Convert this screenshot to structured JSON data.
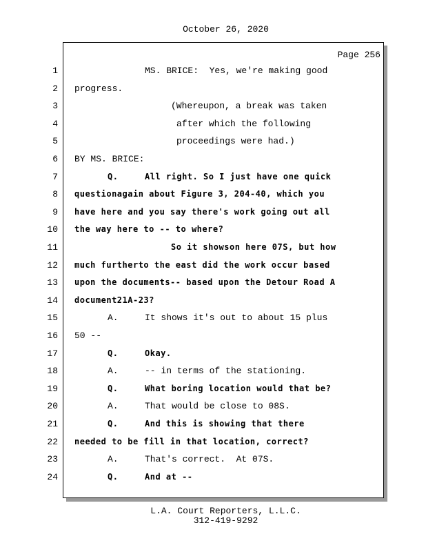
{
  "header": {
    "date": "October 26, 2020"
  },
  "page_label": "Page 256",
  "lines": [
    {
      "num": "1",
      "text": "MS. BRICE:  Yes, we're making good",
      "indent": "speaker"
    },
    {
      "num": "2",
      "text": "progress.",
      "indent": "plain"
    },
    {
      "num": "3",
      "text": "(Whereupon, a break was taken",
      "indent": "paren1"
    },
    {
      "num": "4",
      "text": "after which the following",
      "indent": "paren2"
    },
    {
      "num": "5",
      "text": "proceedings were had.)",
      "indent": "paren2"
    },
    {
      "num": "6",
      "text": "BY MS. BRICE:",
      "indent": "plain"
    },
    {
      "num": "7",
      "label": "Q.",
      "text": "All right. So I just have one quick",
      "indent": "qa",
      "bold": true
    },
    {
      "num": "8",
      "text": "questionagain about Figure 3, 204-40, which you",
      "indent": "plain",
      "bold": true
    },
    {
      "num": "9",
      "text": "have here and you say there's work going out all",
      "indent": "plain",
      "bold": true
    },
    {
      "num": "10",
      "text": "the way here to -- to where?",
      "indent": "plain",
      "bold": true
    },
    {
      "num": "11",
      "text": "So it showson here 07S, but how",
      "indent": "paren1",
      "bold": true
    },
    {
      "num": "12",
      "text": "much furtherto the east did the work occur based",
      "indent": "plain",
      "bold": true
    },
    {
      "num": "13",
      "text": "upon the documents-- based upon the Detour Road A",
      "indent": "plain",
      "bold": true
    },
    {
      "num": "14",
      "text": "document21A-23?",
      "indent": "plain",
      "bold": true
    },
    {
      "num": "15",
      "label": "A.",
      "text": "It shows it's out to about 15 plus",
      "indent": "qa"
    },
    {
      "num": "16",
      "text": "50 --",
      "indent": "plain"
    },
    {
      "num": "17",
      "label": "Q.",
      "text": "Okay.",
      "indent": "qa",
      "bold": true
    },
    {
      "num": "18",
      "label": "A.",
      "text": "-- in terms of the stationing.",
      "indent": "qa"
    },
    {
      "num": "19",
      "label": "Q.",
      "text": "What boring location would that be?",
      "indent": "qa",
      "bold": true
    },
    {
      "num": "20",
      "label": "A.",
      "text": "That would be close to 08S.",
      "indent": "qa"
    },
    {
      "num": "21",
      "label": "Q.",
      "text": "And this is showing that there",
      "indent": "qa",
      "bold": true
    },
    {
      "num": "22",
      "text": "needed to be fill in that location, correct?",
      "indent": "plain",
      "bold": true
    },
    {
      "num": "23",
      "label": "A.",
      "text": "That's correct.  At 07S.",
      "indent": "qa"
    },
    {
      "num": "24",
      "label": "Q.",
      "text": "And at --",
      "indent": "qa",
      "bold": true
    }
  ],
  "footer": {
    "company": "L.A. Court Reporters, L.L.C.",
    "phone": "312-419-9292"
  }
}
